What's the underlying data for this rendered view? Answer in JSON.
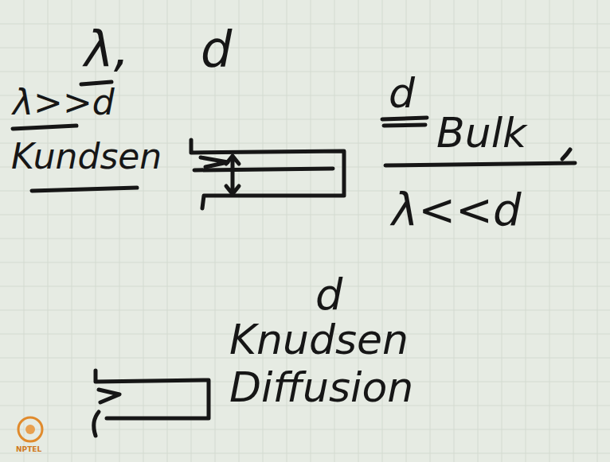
{
  "diagram": {
    "labels": [
      "λ, d",
      "λ>>d",
      "Kundsen",
      "d",
      "Bulk",
      "λ<<d",
      "d",
      "Knudsen Diffusion",
      "NPTEL"
    ]
  }
}
